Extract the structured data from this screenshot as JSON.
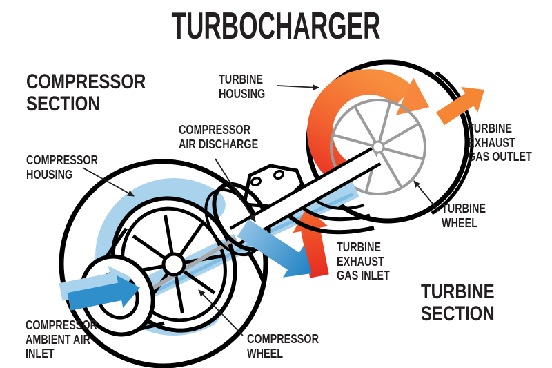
{
  "title": "TURBOCHARGER",
  "section_labels": {
    "compressor_section": "COMPRESSOR\nSECTION",
    "turbine_section": "TURBINE\nSECTION"
  },
  "part_labels": {
    "turbine_housing": "TURBINE\nHOUSING",
    "compressor_air_discharge": "COMPRESSOR\nAIR DISCHARGE",
    "compressor_housing": "COMPRESSOR\nHOUSING",
    "turbine_exhaust_gas_outlet": "TURBINE\nEXHAUST\nGAS OUTLET",
    "turbine_wheel": "TURBINE\nWHEEL",
    "turbine_exhaust_gas_inlet": "TURBINE\nEXHAUST\nGAS INLET",
    "compressor_ambient_air_inlet": "COMPRESSOR\nAMBIENT AIR\nINLET",
    "compressor_wheel": "COMPRESSOR\nWHEEL"
  },
  "colors": {
    "background": "#FFFFFF",
    "outline_black": "#000000",
    "label_text": "#231F20",
    "air_light_blue": "#A9D3ED",
    "air_mid_blue": "#7FBCE2",
    "air_dark_blue": "#2E8FCB",
    "exhaust_orange": "#F6873C",
    "exhaust_red": "#E93323",
    "turbine_wheel_gray": "#9B9B9B",
    "shaft_gray": "#A7A9AC"
  }
}
